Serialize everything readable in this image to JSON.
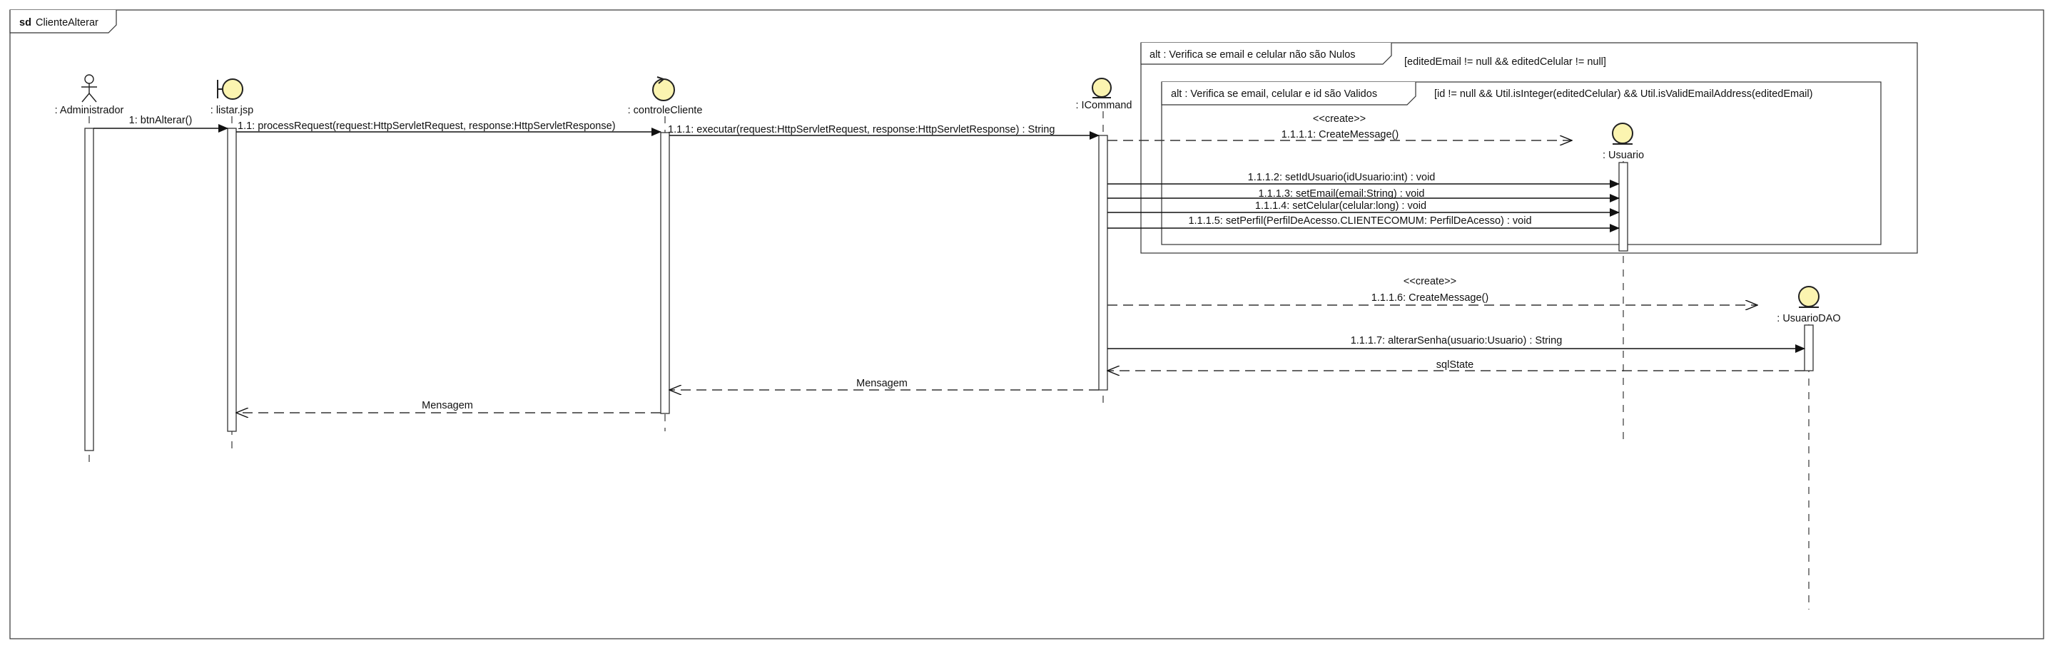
{
  "frame": {
    "keyword": "sd",
    "name": "ClienteAlterar"
  },
  "lifelines": {
    "administrador": {
      "label": ": Administrador",
      "kind": "actor-icon"
    },
    "listar": {
      "label": ": listar.jsp",
      "kind": "boundary-icon"
    },
    "controle": {
      "label": ": controleCliente",
      "kind": "control-icon"
    },
    "icommand": {
      "label": ": ICommand",
      "kind": "entity-icon"
    },
    "usuario": {
      "label": ": Usuario",
      "kind": "entity-icon"
    },
    "usuariodao": {
      "label": ": UsuarioDAO",
      "kind": "entity-icon"
    }
  },
  "fragments": {
    "alt_outer": {
      "label": "alt : Verifica se email e celular não são Nulos",
      "guard": "[editedEmail != null && editedCelular != null]"
    },
    "alt_inner": {
      "label": "alt : Verifica se email, celular e id são Validos",
      "guard": "[id != null && Util.isInteger(editedCelular) && Util.isValidEmailAddress(editedEmail)"
    }
  },
  "messages": {
    "m1": "1: btnAlterar()",
    "m11": "1.1: processRequest(request:HttpServletRequest, response:HttpServletResponse)",
    "m111": "1.1.1: executar(request:HttpServletRequest, response:HttpServletResponse) : String",
    "m1111_stereo": "<<create>>",
    "m1111": "1.1.1.1: CreateMessage()",
    "m1112": "1.1.1.2: setIdUsuario(idUsuario:int) : void",
    "m1113": "1.1.1.3: setEmail(email:String) : void",
    "m1114": "1.1.1.4: setCelular(celular:long) : void",
    "m1115": "1.1.1.5: setPerfil(PerfilDeAcesso.CLIENTECOMUM: PerfilDeAcesso) : void",
    "m1116_stereo": "<<create>>",
    "m1116": "1.1.1.6: CreateMessage()",
    "m1117": "1.1.1.7: alterarSenha(usuario:Usuario) : String",
    "r_sqlstate": "sqlState",
    "r_mensagem1": "Mensagem",
    "r_mensagem2": "Mensagem"
  }
}
